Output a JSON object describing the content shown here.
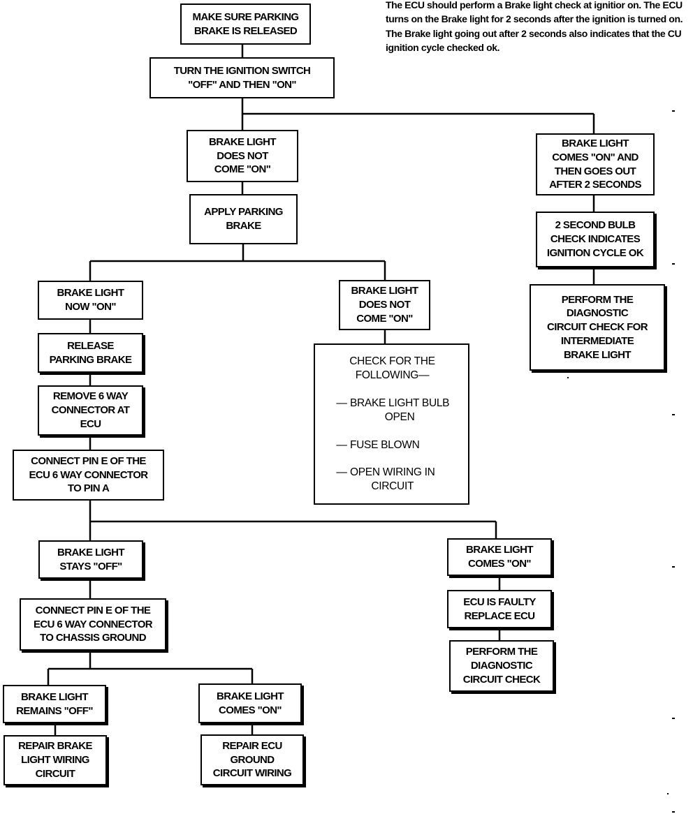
{
  "note": "The ECU should perform a Brake light check at ignitior on. The ECU turns on the Brake light for 2 seconds after the ignition is turned on. The Brake light going out after 2 seconds also indicates that the CU ignition cycle checked ok.",
  "steps": {
    "parking_brake_released": "MAKE SURE PARKING\nBRAKE IS RELEASED",
    "ignition_off_on": "TURN THE IGNITION SWITCH\n\"OFF\" AND THEN \"ON\"",
    "light_not_on": "BRAKE LIGHT\nDOES NOT\nCOME \"ON\"",
    "apply_parking_brake": "APPLY PARKING\nBRAKE",
    "light_now_on": "BRAKE LIGHT\nNOW \"ON\"",
    "release_parking_brake": "RELEASE\nPARKING BRAKE",
    "remove_connector": "REMOVE 6 WAY\nCONNECTOR AT\nECU",
    "connect_pin_a": "CONNECT PIN E OF THE\nECU 6 WAY CONNECTOR\nTO PIN A",
    "light_stays_off": "BRAKE LIGHT\nSTAYS \"OFF\"",
    "connect_chassis": "CONNECT PIN E OF THE\nECU 6 WAY CONNECTOR\nTO CHASSIS GROUND",
    "light_remains_off": "BRAKE LIGHT\nREMAINS \"OFF\"",
    "repair_light_wiring": "REPAIR BRAKE\nLIGHT WIRING\nCIRCUIT",
    "light_comes_on_ground": "BRAKE LIGHT\nCOMES \"ON\"",
    "repair_ecu_ground": "REPAIR ECU\nGROUND\nCIRCUIT WIRING",
    "light_comes_on_pin": "BRAKE LIGHT\nCOMES \"ON\"",
    "ecu_faulty": "ECU IS FAULTY\nREPLACE ECU",
    "perform_diag": "PERFORM THE\nDIAGNOSTIC\nCIRCUIT CHECK",
    "light_not_on_2": "BRAKE LIGHT\nDOES NOT\nCOME \"ON\"",
    "light_on_then_out": "BRAKE LIGHT\nCOMES \"ON\" AND\nTHEN GOES OUT\nAFTER 2 SECONDS",
    "bulb_check_ok": "2 SECOND BULB\nCHECK INDICATES\nIGNITION CYCLE OK",
    "perform_diag_intermediate": "PERFORM THE\nDIAGNOSTIC\nCIRCUIT CHECK FOR\nINTERMEDIATE\nBRAKE LIGHT"
  },
  "check": {
    "title": "CHECK FOR THE\nFOLLOWING—",
    "dash": "—",
    "items": [
      "BRAKE LIGHT BULB\nOPEN",
      "FUSE BLOWN",
      "OPEN WIRING IN\nCIRCUIT"
    ]
  }
}
